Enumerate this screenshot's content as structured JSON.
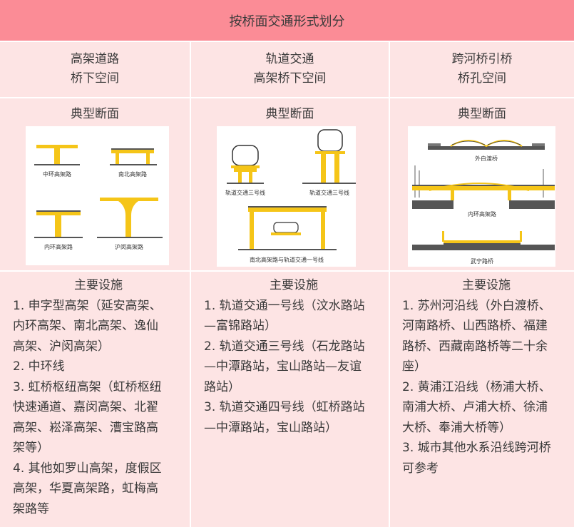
{
  "title": "按桥面交通形式划分",
  "columns": [
    {
      "header": [
        "高架道路",
        "桥下空间"
      ],
      "section_label": "典型断面",
      "figure_labels": [
        "中环高架路",
        "南北高架路",
        "内环高架路",
        "沪闵高架路"
      ],
      "facilities_title": "主要设施",
      "facility_lines": [
        "1. 申字型高架（延安高架、",
        "内环高架、南北高架、逸仙",
        "高架、沪闵高架）",
        "2. 中环线",
        "3. 虹桥枢纽高架（虹桥枢纽",
        "快速通道、嘉闵高架、北翟",
        "高架、崧泽高架、漕宝路高",
        "架等）",
        "4. 其他如罗山高架，度假区",
        "高架，华夏高架路，虹梅高",
        "架路等"
      ]
    },
    {
      "header": [
        "轨道交通",
        "高架桥下空间"
      ],
      "section_label": "典型断面",
      "figure_labels": [
        "轨道交通三号线",
        "轨道交通三号线",
        "南北高架路与轨道交通一号线"
      ],
      "facilities_title": "主要设施",
      "facility_lines": [
        "1. 轨道交通一号线（汶水路站",
        "—富锦路站）",
        "2. 轨道交通三号线（石龙路站",
        "—中潭路站，宝山路站—友谊",
        "路站）",
        "3. 轨道交通四号线（虹桥路站",
        "—中潭路站，宝山路站）"
      ]
    },
    {
      "header": [
        "跨河桥引桥",
        "桥孔空间"
      ],
      "section_label": "典型断面",
      "figure_labels": [
        "外白渡桥",
        "内环高架路",
        "武宁路桥"
      ],
      "facilities_title": "主要设施",
      "facility_lines": [
        "1. 苏州河沿线（外白渡桥、",
        "河南路桥、山西路桥、福建",
        "路桥、西藏南路桥等二十余",
        "座）",
        "2. 黄浦江沿线（杨浦大桥、",
        "南浦大桥、卢浦大桥、徐浦",
        "大桥、奉浦大桥等）",
        "3. 城市其他水系沿线跨河桥",
        "可参考"
      ]
    }
  ],
  "colors": {
    "title_bg": "#fb8c96",
    "cell_bg": "#fde4e4",
    "bridge_yellow": "#f5c518",
    "ground": "#555555"
  }
}
